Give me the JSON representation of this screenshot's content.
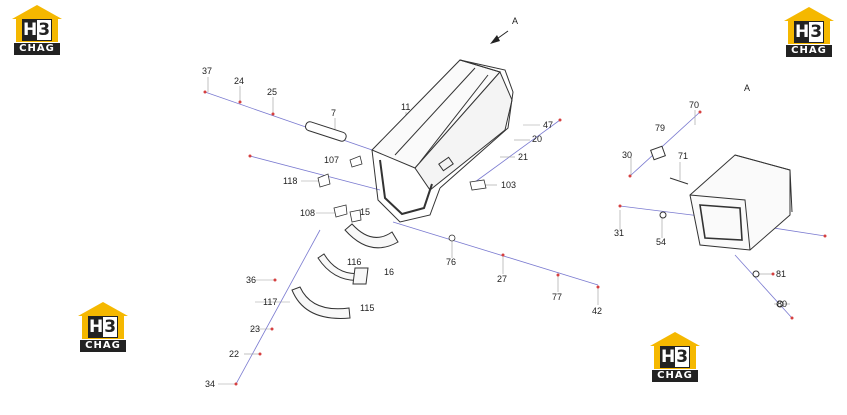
{
  "logo": {
    "letter": "H",
    "digit": "3",
    "word": "CHAG"
  },
  "view_labels": {
    "main": "A",
    "detail": "A"
  },
  "callouts": {
    "c37": "37",
    "c24": "24",
    "c25": "25",
    "c7": "7",
    "c11": "11",
    "c107": "107",
    "c118": "118",
    "c108": "108",
    "c15": "15",
    "c36": "36",
    "c116": "116",
    "c117": "117",
    "c115": "115",
    "c16": "16",
    "c23": "23",
    "c22": "22",
    "c34": "34",
    "c76": "76",
    "c27": "27",
    "c77": "77",
    "c42": "42",
    "c47": "47",
    "c20": "20",
    "c21": "21",
    "c103": "103",
    "c70": "70",
    "c79": "79",
    "c30": "30",
    "c71": "71",
    "c31": "31",
    "c54": "54",
    "c81": "81",
    "c80": "80"
  },
  "colors": {
    "line": "#333333",
    "leader": "#7a7ad0",
    "dot": "#d64040",
    "logo_yellow": "#f5b800"
  }
}
